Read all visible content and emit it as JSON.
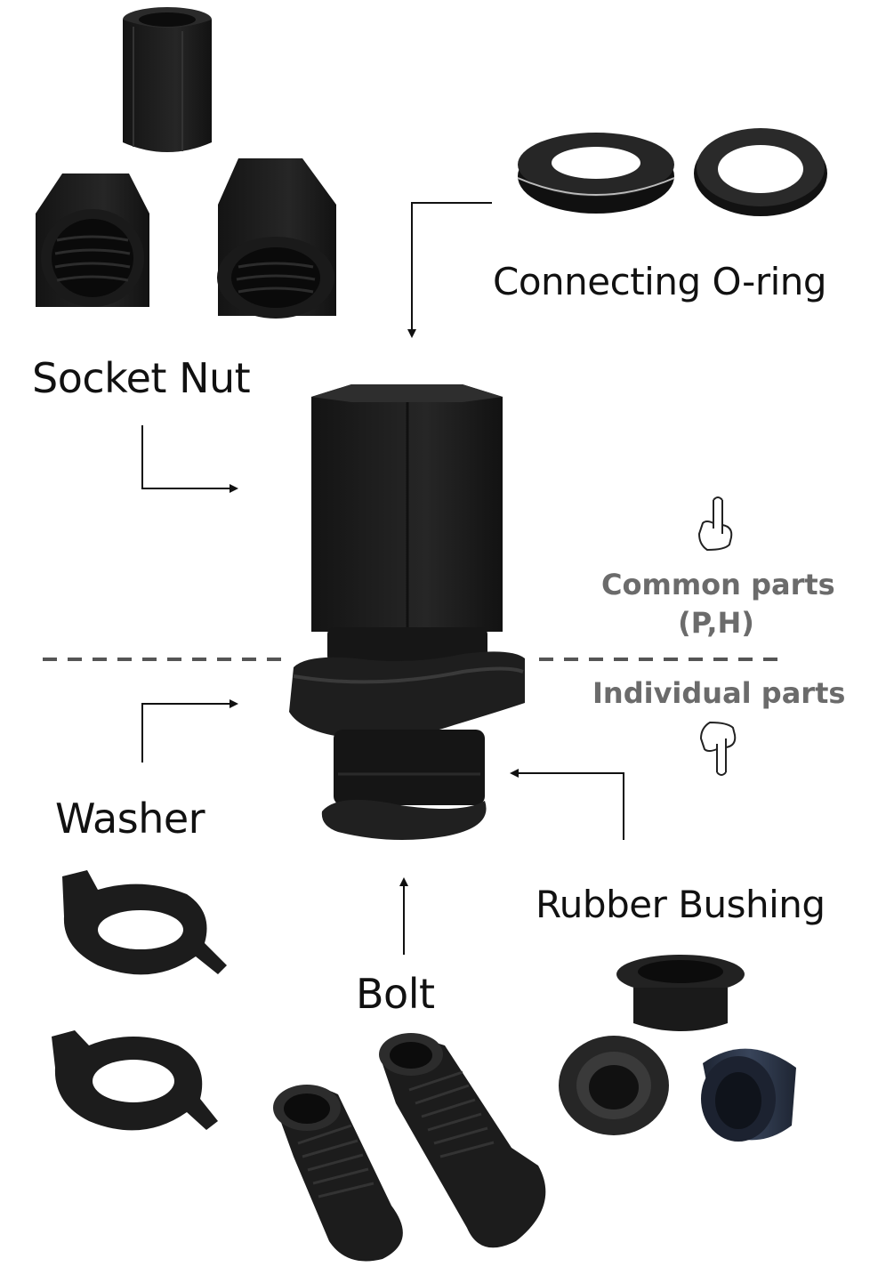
{
  "labels": {
    "socket_nut": "Socket Nut",
    "connecting_oring": "Connecting O-ring",
    "washer": "Washer",
    "rubber_bushing": "Rubber Bushing",
    "bolt": "Bolt"
  },
  "notes": {
    "common_line1": "Common parts",
    "common_line2": "(P,H)",
    "individual": "Individual parts"
  },
  "icons": {
    "pointing_up": "hand-pointing-up-icon",
    "pointing_down": "hand-pointing-down-icon"
  },
  "colors": {
    "part": "#1c1c1c",
    "part_highlight": "#3a3a3a",
    "bushing_blue": "#2a3344",
    "arrow": "#111111",
    "divider": "#555555",
    "note_text": "#6b6b6b"
  }
}
